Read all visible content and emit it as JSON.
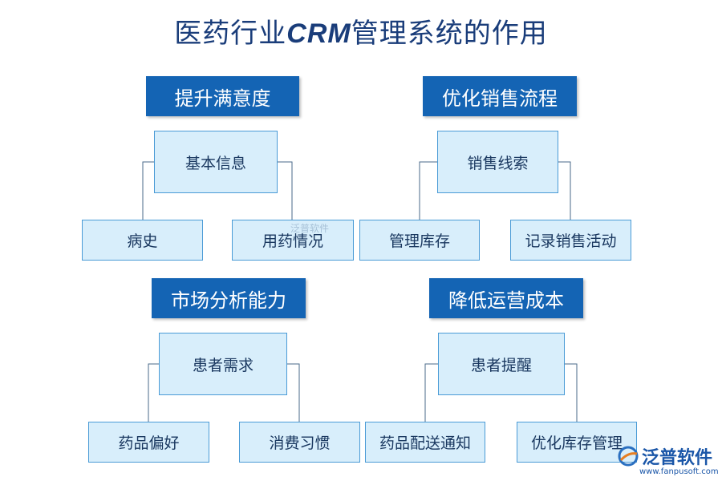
{
  "title": {
    "prefix": "医药行业",
    "crm": "CRM",
    "suffix": "管理系统的作用"
  },
  "groups": [
    {
      "header": "提升满意度",
      "top": "基本信息",
      "left": "病史",
      "right": "用药情况"
    },
    {
      "header": "优化销售流程",
      "top": "销售线索",
      "left": "管理库存",
      "right": "记录销售活动"
    },
    {
      "header": "市场分析能力",
      "top": "患者需求",
      "left": "药品偏好",
      "right": "消费习惯"
    },
    {
      "header": "降低运营成本",
      "top": "患者提醒",
      "left": "药品配送通知",
      "right": "优化库存管理"
    }
  ],
  "watermark": "泛普软件",
  "logo": {
    "text": "泛普软件",
    "url": "www.fanpusoft.com"
  },
  "colors": {
    "header_bg": "#1464b4",
    "node_bg": "#d8eefb",
    "node_border": "#4a9bd6",
    "connector": "#4a6a8a",
    "title": "#1a3d7a"
  }
}
